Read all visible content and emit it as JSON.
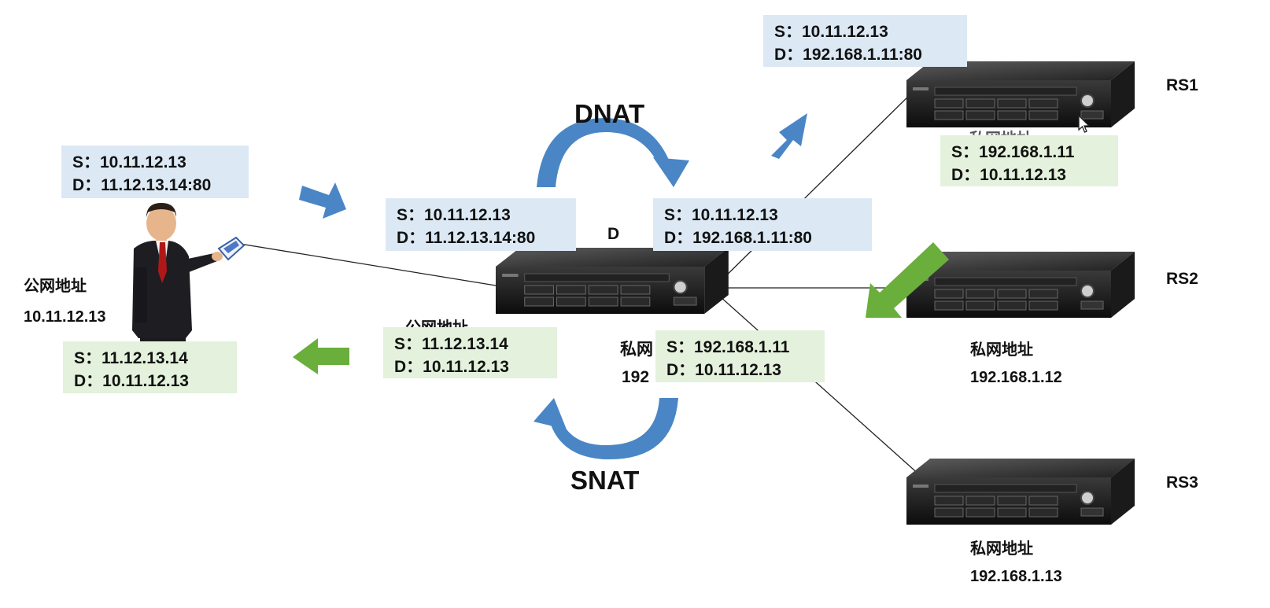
{
  "labels": {
    "dnat": "DNAT",
    "snat": "SNAT",
    "director": "D",
    "rs1": "RS1",
    "rs2": "RS2",
    "rs3": "RS3",
    "rs1_private_partial": "私网地址",
    "rs2_private": "私网地址",
    "rs2_ip": "192.168.1.12",
    "rs3_private": "私网地址",
    "rs3_ip": "192.168.1.13",
    "client_public": "公网地址",
    "client_ip": "10.11.12.13",
    "director_public_partial": "公网地址",
    "director_private_partial": "私网",
    "director_ip_partial": "192"
  },
  "packets": {
    "client_out": {
      "s": "S：10.11.12.13",
      "d": "D：11.12.13.14:80"
    },
    "director_in": {
      "s": "S：10.11.12.13",
      "d": "D：11.12.13.14:80"
    },
    "after_dnat": {
      "s": "S：10.11.12.13",
      "d": "D：192.168.1.11:80"
    },
    "to_rs1": {
      "s": "S：10.11.12.13",
      "d": "D：192.168.1.11:80"
    },
    "rs1_reply": {
      "s": "S：192.168.1.11",
      "d": "D：10.11.12.13"
    },
    "before_snat": {
      "s": "S：192.168.1.11",
      "d": "D：10.11.12.13"
    },
    "after_snat": {
      "s": "S：11.12.13.14",
      "d": "D：10.11.12.13"
    },
    "client_in": {
      "s": "S：11.12.13.14",
      "d": "D：10.11.12.13"
    }
  },
  "colors": {
    "request_arrow": "#4a86c5",
    "reply_arrow": "#6aae3c",
    "request_box": "#dce9f5",
    "reply_box": "#e4f1dc"
  }
}
